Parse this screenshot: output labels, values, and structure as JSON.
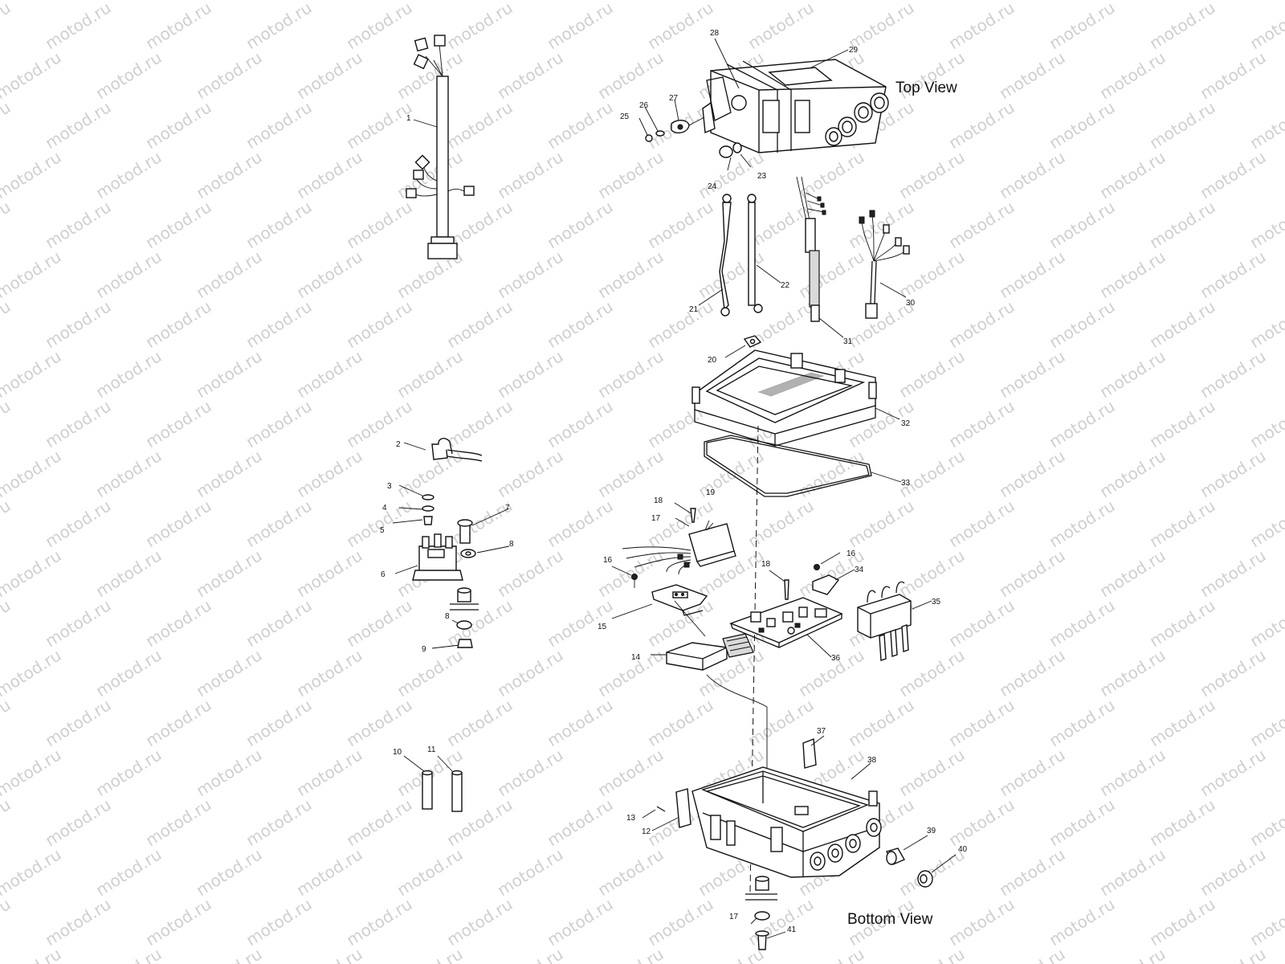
{
  "views": {
    "top": "Top View",
    "bottom": "Bottom View"
  },
  "watermark": "motod.ru",
  "callouts": [
    {
      "id": "c1",
      "text": "1"
    },
    {
      "id": "c2",
      "text": "2"
    },
    {
      "id": "c3",
      "text": "3"
    },
    {
      "id": "c4",
      "text": "4"
    },
    {
      "id": "c5",
      "text": "5"
    },
    {
      "id": "c6",
      "text": "6"
    },
    {
      "id": "c7",
      "text": "7"
    },
    {
      "id": "c8a",
      "text": "8"
    },
    {
      "id": "c8b",
      "text": "8"
    },
    {
      "id": "c9",
      "text": "9"
    },
    {
      "id": "c10",
      "text": "10"
    },
    {
      "id": "c11",
      "text": "11"
    },
    {
      "id": "c12",
      "text": "12"
    },
    {
      "id": "c13",
      "text": "13"
    },
    {
      "id": "c14",
      "text": "14"
    },
    {
      "id": "c15",
      "text": "15"
    },
    {
      "id": "c16a",
      "text": "16"
    },
    {
      "id": "c16b",
      "text": "16"
    },
    {
      "id": "c17a",
      "text": "17"
    },
    {
      "id": "c17b",
      "text": "17"
    },
    {
      "id": "c18a",
      "text": "18"
    },
    {
      "id": "c18b",
      "text": "18"
    },
    {
      "id": "c19",
      "text": "19"
    },
    {
      "id": "c20",
      "text": "20"
    },
    {
      "id": "c21",
      "text": "21"
    },
    {
      "id": "c22",
      "text": "22"
    },
    {
      "id": "c23",
      "text": "23"
    },
    {
      "id": "c24",
      "text": "24"
    },
    {
      "id": "c25",
      "text": "25"
    },
    {
      "id": "c26",
      "text": "26"
    },
    {
      "id": "c27",
      "text": "27"
    },
    {
      "id": "c28",
      "text": "28"
    },
    {
      "id": "c29",
      "text": "29"
    },
    {
      "id": "c30",
      "text": "30"
    },
    {
      "id": "c31",
      "text": "31"
    },
    {
      "id": "c32",
      "text": "32"
    },
    {
      "id": "c33",
      "text": "33"
    },
    {
      "id": "c34",
      "text": "34"
    },
    {
      "id": "c35",
      "text": "35"
    },
    {
      "id": "c36",
      "text": "36"
    },
    {
      "id": "c37",
      "text": "37"
    },
    {
      "id": "c38",
      "text": "38"
    },
    {
      "id": "c39",
      "text": "39"
    },
    {
      "id": "c40",
      "text": "40"
    },
    {
      "id": "c41",
      "text": "41"
    }
  ]
}
